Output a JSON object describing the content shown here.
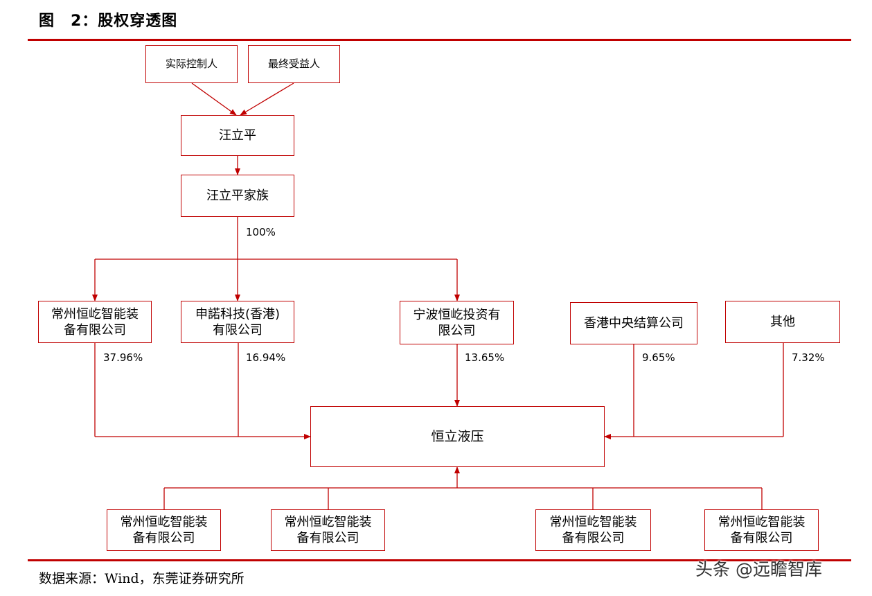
{
  "header": {
    "title": "图　2：股权穿透图"
  },
  "nodes": {
    "controller": "实际控制人",
    "beneficiary": "最终受益人",
    "wang_liping": "汪立平",
    "wang_family": "汪立平家族",
    "changzhou_top": {
      "line1": "常州恒屹智能装",
      "line2": "备有限公司"
    },
    "shennuo": {
      "line1": "申諾科技(香港)",
      "line2": "有限公司"
    },
    "ningbo": {
      "line1": "宁波恒屹投资有",
      "line2": "限公司"
    },
    "hkscc": "香港中央结算公司",
    "others": "其他",
    "hengli": "恒立液压",
    "sub1": {
      "line1": "常州恒屹智能装",
      "line2": "备有限公司"
    },
    "sub2": {
      "line1": "常州恒屹智能装",
      "line2": "备有限公司"
    },
    "sub3": {
      "line1": "常州恒屹智能装",
      "line2": "备有限公司"
    },
    "sub4": {
      "line1": "常州恒屹智能装",
      "line2": "备有限公司"
    }
  },
  "percentages": {
    "family_hold": "100%",
    "changzhou": "37.96%",
    "shennuo": "16.94%",
    "ningbo": "13.65%",
    "hkscc": "9.65%",
    "others": "7.32%"
  },
  "footer": {
    "source": "数据来源：Wind，东莞证券研究所",
    "watermark": "头条 @远瞻智库"
  },
  "colors": {
    "accent": "#c00000"
  }
}
